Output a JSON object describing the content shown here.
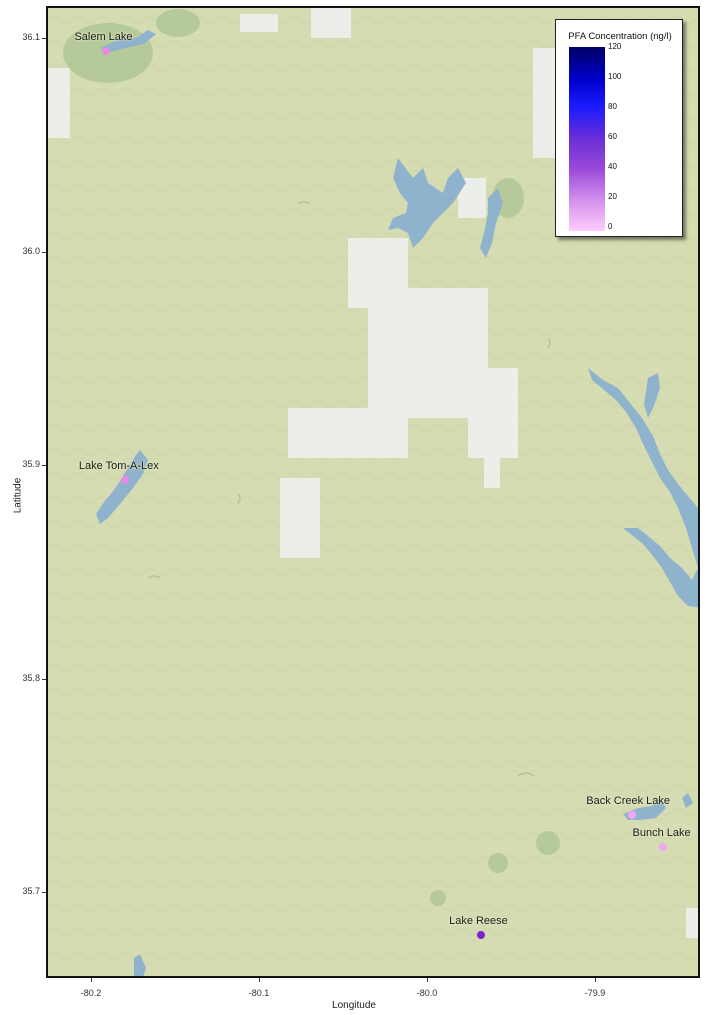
{
  "map": {
    "axes": {
      "xlabel": "Longitude",
      "ylabel": "Latitude",
      "x_ticks": [
        "-80.2",
        "-80.1",
        "-80.0",
        "-79.9"
      ],
      "y_ticks": [
        "36.1",
        "36.0",
        "35.9",
        "35.8",
        "35.7"
      ]
    },
    "legend": {
      "title": "PFA Concentration (ng/l)",
      "ticks": [
        "120",
        "100",
        "80",
        "60",
        "40",
        "20",
        "0"
      ],
      "color_low": "#ffccff",
      "color_high": "#000066"
    },
    "lakes": [
      {
        "name": "Salem Lake",
        "lon": -80.192,
        "lat": 36.095,
        "color": "#e58be8"
      },
      {
        "name": "Lake Tom-A-Lex",
        "lon": -80.181,
        "lat": 35.894,
        "color": "#e58be8"
      },
      {
        "name": "Back Creek Lake",
        "lon": -79.879,
        "lat": 35.737,
        "color": "#f0a8f0"
      },
      {
        "name": "Bunch Lake",
        "lon": -79.861,
        "lat": 35.722,
        "color": "#f0a8f0"
      },
      {
        "name": "Lake Reese",
        "lon": -79.969,
        "lat": 35.681,
        "color": "#7b22c9"
      }
    ],
    "colors": {
      "land": "#d5dcb1",
      "water": "#8fb3cc",
      "urban": "#eef0ee",
      "forest": "#b4c99a"
    }
  }
}
